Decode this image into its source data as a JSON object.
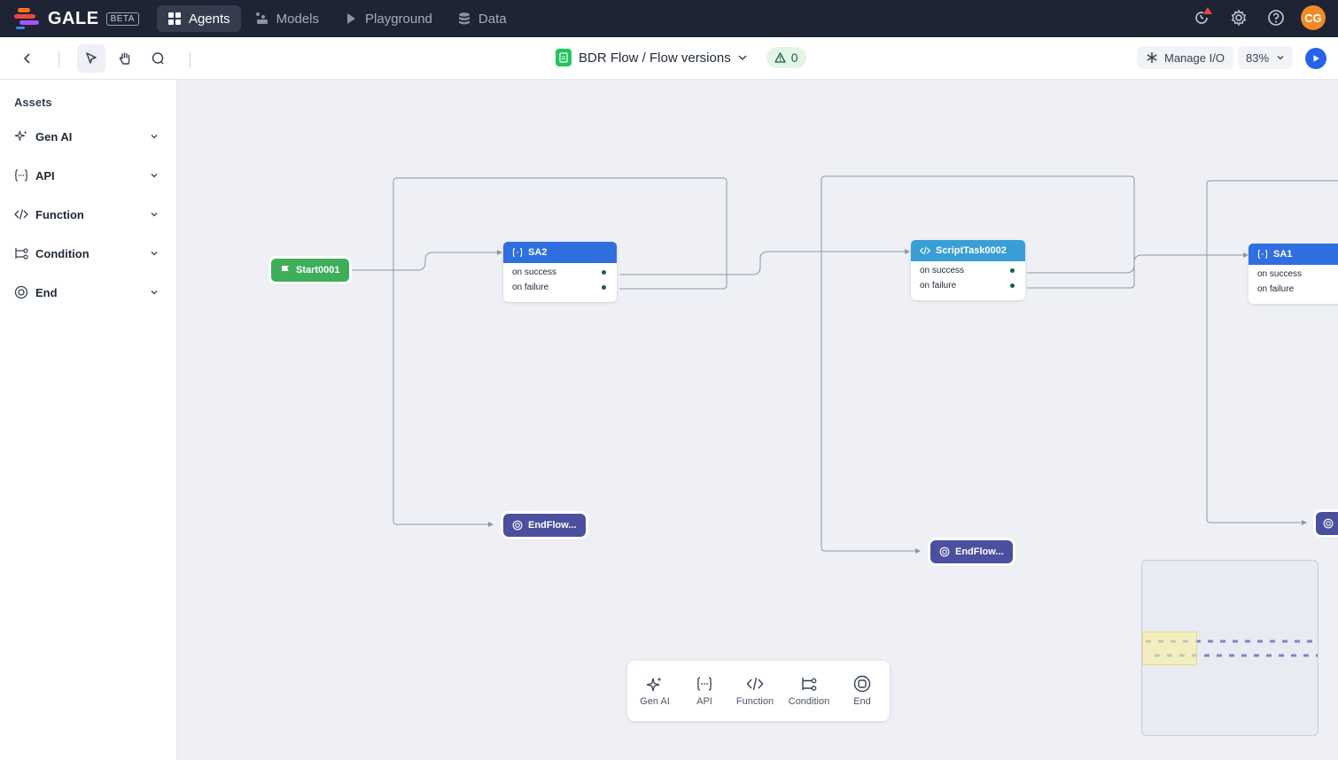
{
  "app": {
    "name": "GALE",
    "badge": "BETA",
    "brand_color": "#1e2433"
  },
  "nav": {
    "tabs": [
      {
        "label": "Agents",
        "icon": "grid-icon",
        "active": true
      },
      {
        "label": "Models",
        "icon": "models-icon",
        "active": false
      },
      {
        "label": "Playground",
        "icon": "play-icon",
        "active": false
      },
      {
        "label": "Data",
        "icon": "database-icon",
        "active": false
      }
    ],
    "avatar_initials": "CG"
  },
  "toolbar": {
    "flow_title": "BDR Flow / Flow versions",
    "warning_count": "0",
    "manage_io_label": "Manage I/O",
    "zoom_label": "83%"
  },
  "sidebar": {
    "title": "Assets",
    "items": [
      {
        "label": "Gen AI",
        "icon": "sparkle-icon"
      },
      {
        "label": "API",
        "icon": "api-braces-icon"
      },
      {
        "label": "Function",
        "icon": "code-icon"
      },
      {
        "label": "Condition",
        "icon": "condition-icon"
      },
      {
        "label": "End",
        "icon": "end-icon"
      }
    ]
  },
  "canvas": {
    "start_node": {
      "label": "Start0001",
      "color": "#3fae5a"
    },
    "nodes": [
      {
        "title": "SA2",
        "type": "api",
        "color": "#2f6fe0",
        "on_success": "on success",
        "on_failure": "on failure"
      },
      {
        "title": "ScriptTask0002",
        "type": "function",
        "color": "#3a9ed6",
        "on_success": "on success",
        "on_failure": "on failure"
      },
      {
        "title": "SA1",
        "type": "api",
        "color": "#2f6fe0",
        "on_success": "on success",
        "on_failure": "on failure"
      }
    ],
    "end_nodes": [
      {
        "label": "EndFlow...",
        "color": "#4a4f9e"
      },
      {
        "label": "EndFlow...",
        "color": "#4a4f9e"
      }
    ]
  },
  "palette": {
    "items": [
      {
        "label": "Gen AI",
        "icon": "sparkle-icon"
      },
      {
        "label": "API",
        "icon": "api-braces-icon"
      },
      {
        "label": "Function",
        "icon": "code-icon"
      },
      {
        "label": "Condition",
        "icon": "condition-icon"
      },
      {
        "label": "End",
        "icon": "end-icon"
      }
    ]
  }
}
